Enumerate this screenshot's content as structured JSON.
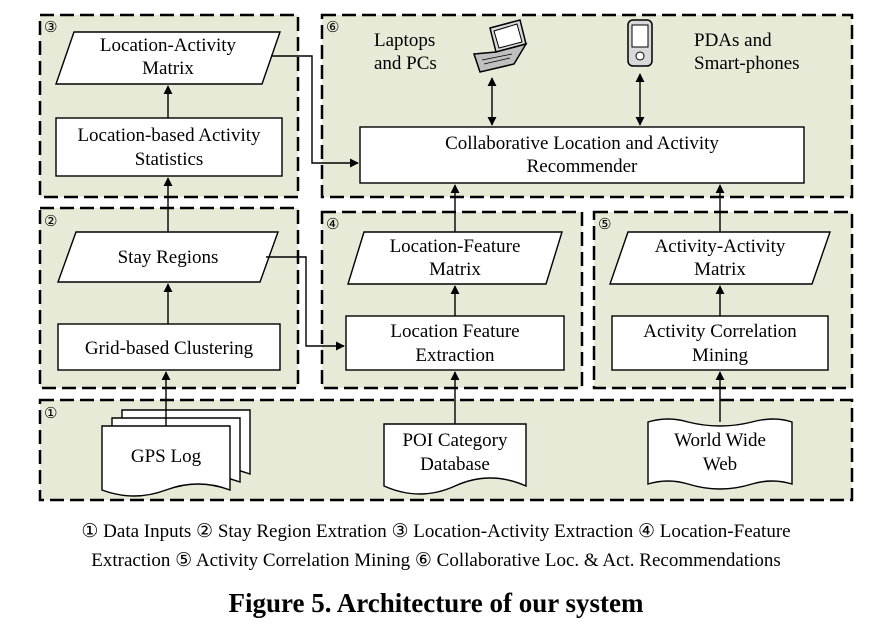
{
  "regions": {
    "r1": "①",
    "r2": "②",
    "r3": "③",
    "r4": "④",
    "r5": "⑤",
    "r6": "⑥"
  },
  "nodes": {
    "la_matrix": [
      "Location-Activity",
      "Matrix"
    ],
    "la_stats": [
      "Location-based Activity",
      "Statistics"
    ],
    "stay_regions": "Stay Regions",
    "grid_clustering": "Grid-based Clustering",
    "gps_log": "GPS Log",
    "recommender": [
      "Collaborative Location and Activity",
      "Recommender"
    ],
    "laptops": [
      "Laptops",
      "and PCs"
    ],
    "pdas": [
      "PDAs and",
      "Smart-phones"
    ],
    "lf_matrix": [
      "Location-Feature",
      "Matrix"
    ],
    "lf_extraction": [
      "Location Feature",
      "Extraction"
    ],
    "poi_db": [
      "POI Category",
      "Database"
    ],
    "aa_matrix": [
      "Activity-Activity",
      "Matrix"
    ],
    "ac_mining": [
      "Activity Correlation",
      "Mining"
    ],
    "www": [
      "World Wide",
      "Web"
    ]
  },
  "legend": {
    "line1": "① Data Inputs ② Stay Region Extration ③ Location-Activity Extraction ④ Location-Feature",
    "line2": "Extraction ⑤ Activity Correlation Mining ⑥ Collaborative Loc. & Act. Recommendations"
  },
  "figure_title": "Figure 5. Architecture of our system",
  "icons": [
    "laptop-icon",
    "pda-icon"
  ]
}
